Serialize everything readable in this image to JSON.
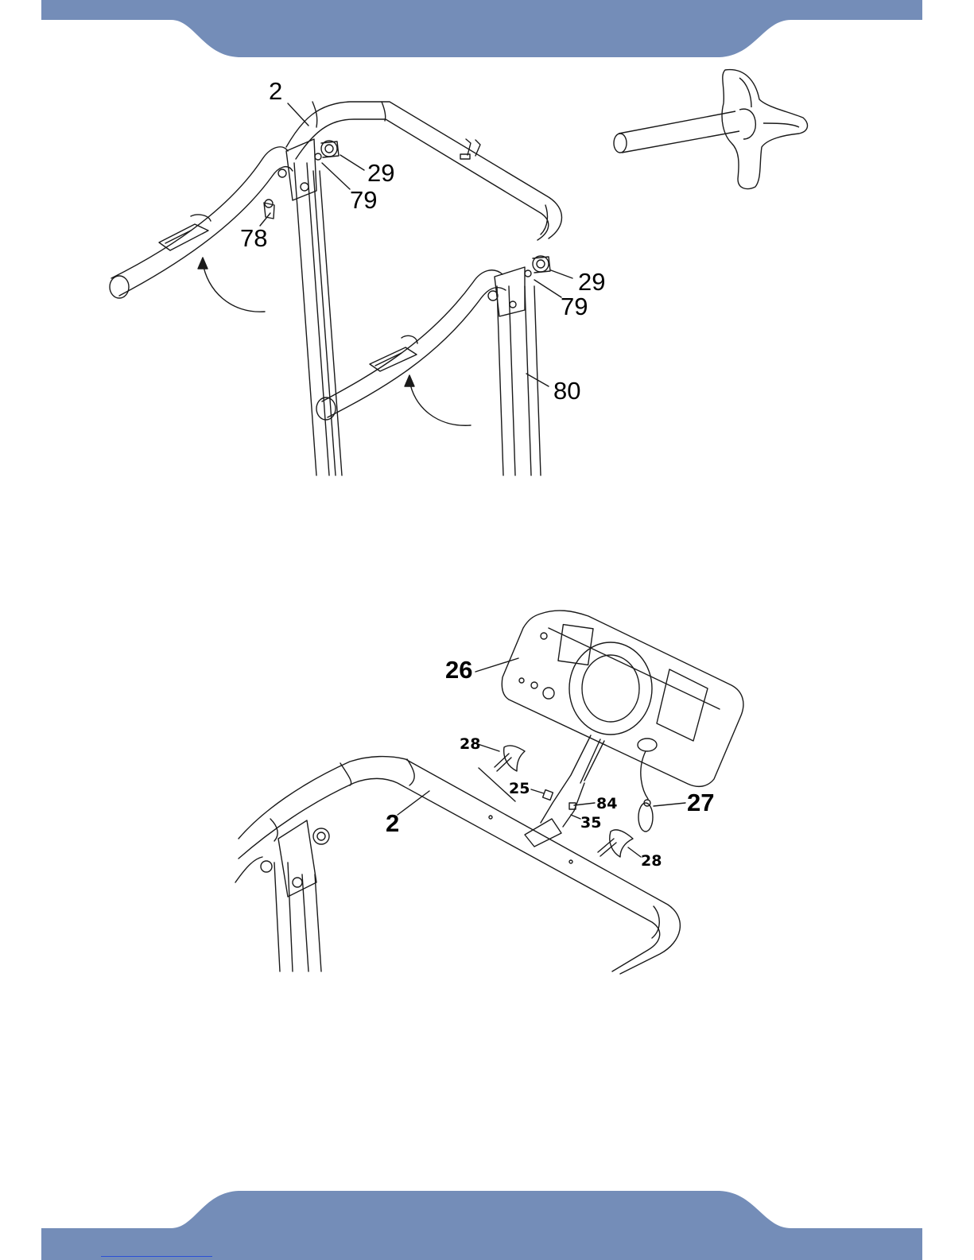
{
  "colors": {
    "band": "#748db8",
    "line": "#1a1a1a",
    "background": "#ffffff"
  },
  "figure_top": {
    "labels": {
      "part_2": "2",
      "part_29_upper": "29",
      "part_79_upper": "79",
      "part_78": "78",
      "part_29_lower": "29",
      "part_79_lower": "79",
      "part_80": "80"
    },
    "inset_icon": "knob-bolt-icon"
  },
  "figure_bottom": {
    "labels": {
      "part_26": "26",
      "part_28_upper": "28",
      "part_25": "25",
      "part_84": "84",
      "part_35": "35",
      "part_2": "2",
      "part_27": "27",
      "part_28_lower": "28"
    }
  }
}
